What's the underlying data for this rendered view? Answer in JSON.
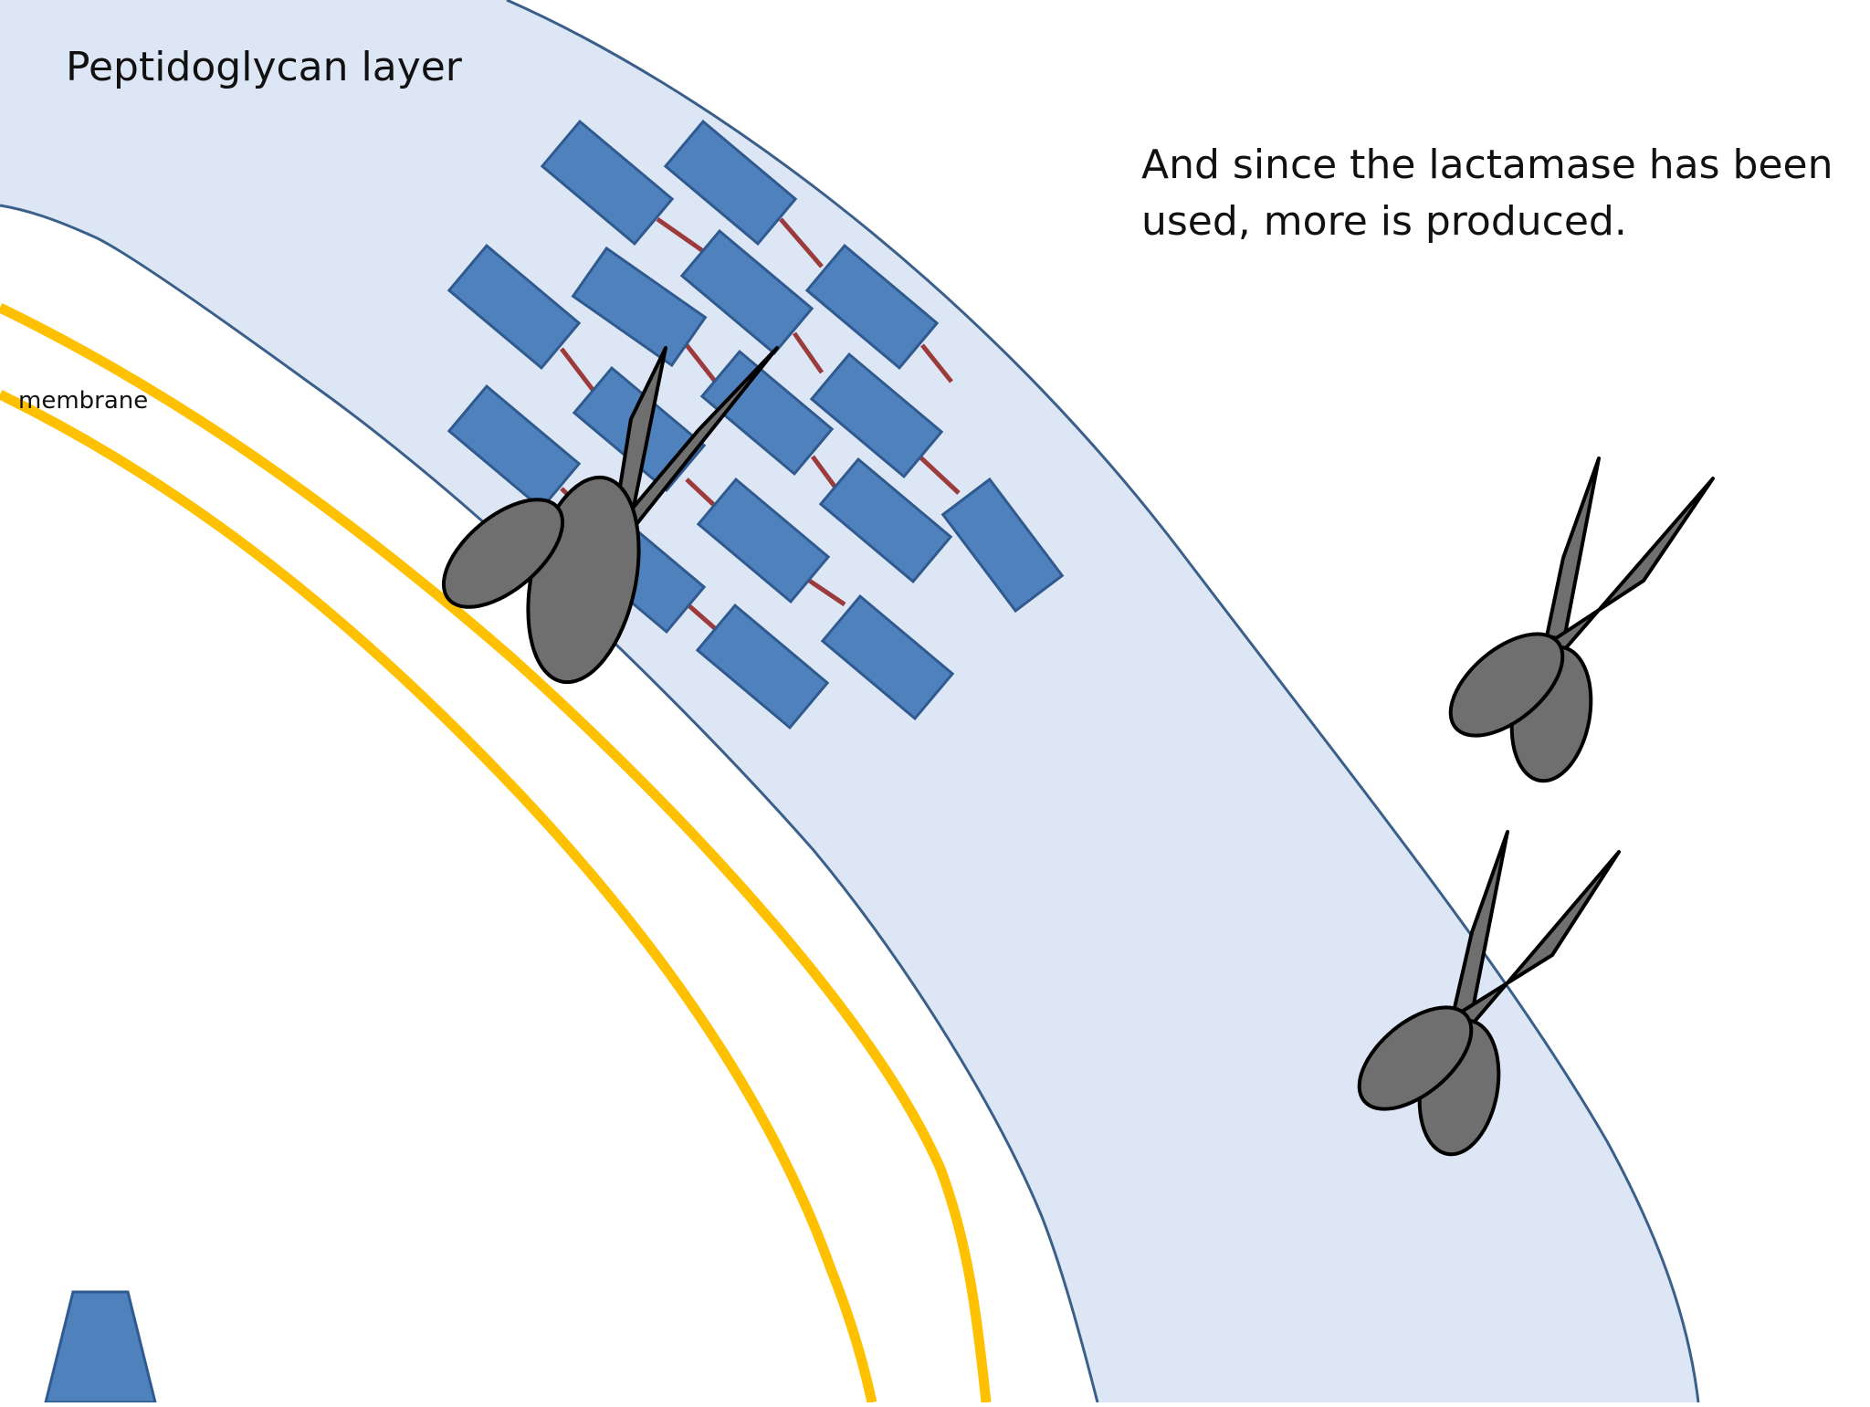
{
  "slide": {
    "title": "Peptidoglycan layer",
    "caption_line1": "And since the lactamase has been",
    "caption_line2": "used, more is produced.",
    "membrane_label": "membrane"
  },
  "colors": {
    "background": "#ffffff",
    "peptidoglycan_fill": "#dde6f4",
    "wall_outline": "#3a5f8a",
    "membrane": "#ffc000",
    "glycan_block": "#4f81bd",
    "glycan_block_outline": "#2f5a90",
    "crosslink": "#9b3b3b",
    "enzyme_fill": "#6f6f6f",
    "enzyme_outline": "#000000"
  },
  "icons": {
    "enzyme": "scissors-icon",
    "protein": "trapezoid-protein-icon"
  }
}
